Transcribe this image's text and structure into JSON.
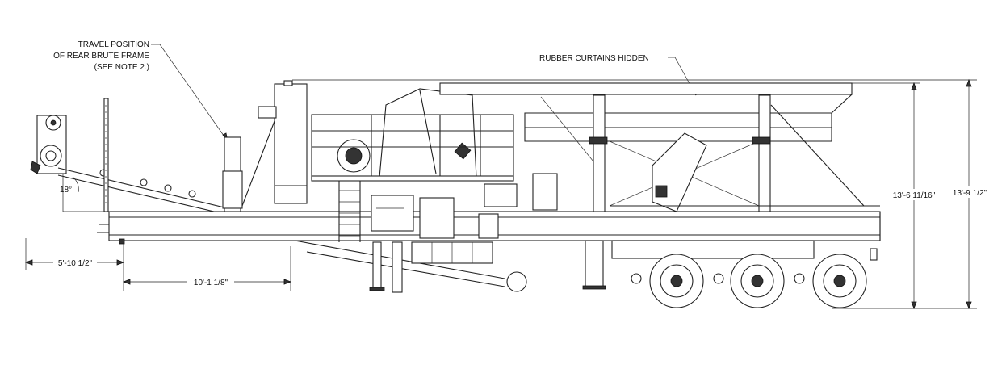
{
  "labels": {
    "travel_position": [
      "TRAVEL POSITION",
      "OF REAR BRUTE FRAME",
      "(SEE NOTE 2.)"
    ],
    "rubber_curtains": "RUBBER CURTAINS HIDDEN",
    "angle": "18°"
  },
  "dimensions": {
    "rear_overhang": "5'-10 1/2\"",
    "rear_to_kingpin": "10'-1 1/8\"",
    "height_screen": "13'-6 11/16\"",
    "height_overall": "13'-9 1/2\""
  },
  "colors": {
    "line": "#222222",
    "background": "#ffffff"
  }
}
